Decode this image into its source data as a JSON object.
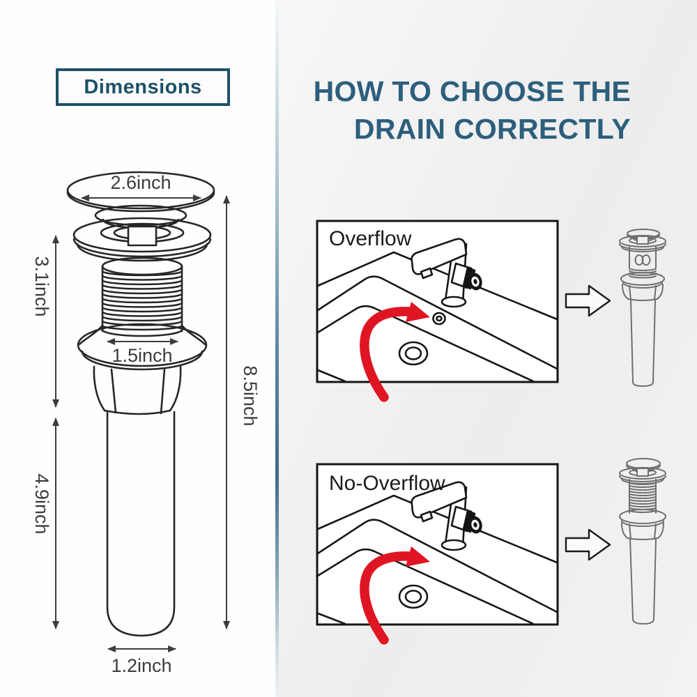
{
  "left": {
    "dimensions_label": "Dimensions",
    "measurements": {
      "cap_diameter": "2.6inch",
      "thread_section_length": "3.1inch",
      "thread_diameter": "1.5inch",
      "overall_height": "8.5inch",
      "tailpipe_length": "4.9inch",
      "tailpipe_diameter": "1.2inch"
    }
  },
  "right": {
    "title_line1": "HOW TO CHOOSE THE",
    "title_line2": "DRAIN CORRECTLY",
    "overflow_label": "Overflow",
    "no_overflow_label": "No-Overflow"
  },
  "icons": {
    "red_curved_arrow": "points at sink overflow hole",
    "block_arrow_right": "maps sink type to drain type"
  },
  "colors": {
    "accent_blue": "#2d5f7d",
    "dimensions_teal": "#1d5168",
    "arrow_red": "#e01523",
    "line_black": "#242424",
    "line_gray": "#6f6f6f"
  }
}
